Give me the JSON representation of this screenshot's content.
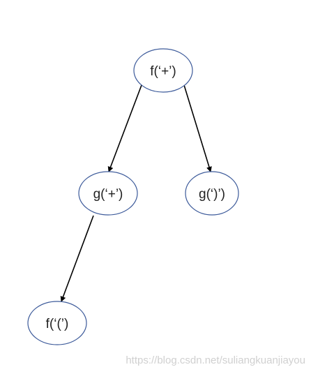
{
  "diagram": {
    "nodes": [
      {
        "id": "root",
        "label": "f(‘+’)"
      },
      {
        "id": "left",
        "label": "g(‘+’)"
      },
      {
        "id": "right",
        "label": "g(‘)’)"
      },
      {
        "id": "leaf",
        "label": "f(‘(’)"
      }
    ],
    "edges": [
      {
        "from": "root",
        "to": "left"
      },
      {
        "from": "root",
        "to": "right"
      },
      {
        "from": "left",
        "to": "leaf"
      }
    ]
  },
  "colors": {
    "node_border": "#3c5a9a",
    "edge": "#000000",
    "text": "#222222",
    "watermark": "#d0d0d0"
  },
  "watermark": "https://blog.csdn.net/suliangkuanjiayou"
}
